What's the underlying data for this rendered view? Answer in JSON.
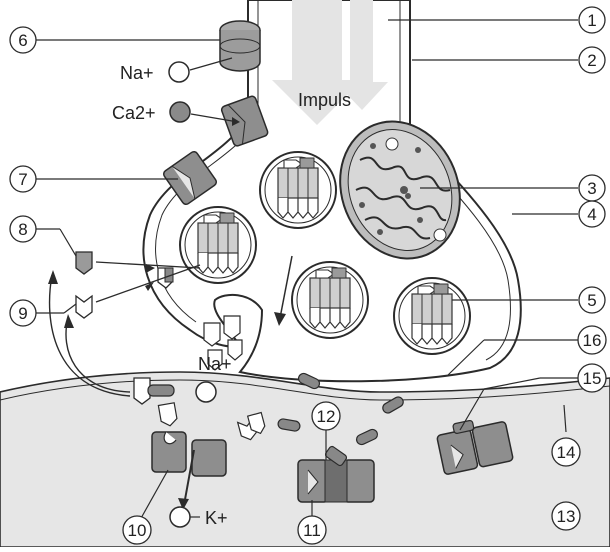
{
  "diagram": {
    "impulse_label": "Impuls",
    "ions": {
      "sodium_top": "Na+",
      "calcium": "Ca2+",
      "sodium_cleft": "Na+",
      "potassium": "K+"
    },
    "numbers": [
      "1",
      "2",
      "3",
      "4",
      "5",
      "6",
      "7",
      "8",
      "9",
      "10",
      "11",
      "12",
      "13",
      "14",
      "15",
      "16"
    ],
    "colors": {
      "postsynaptic_fill": "#e6e6e6",
      "presynaptic_fill": "#ffffff",
      "outline": "#2b2b2b",
      "protein_dark": "#8a8a8a",
      "protein_light": "#c8c8c8",
      "arrow_fill": "#e4e4e4"
    }
  }
}
